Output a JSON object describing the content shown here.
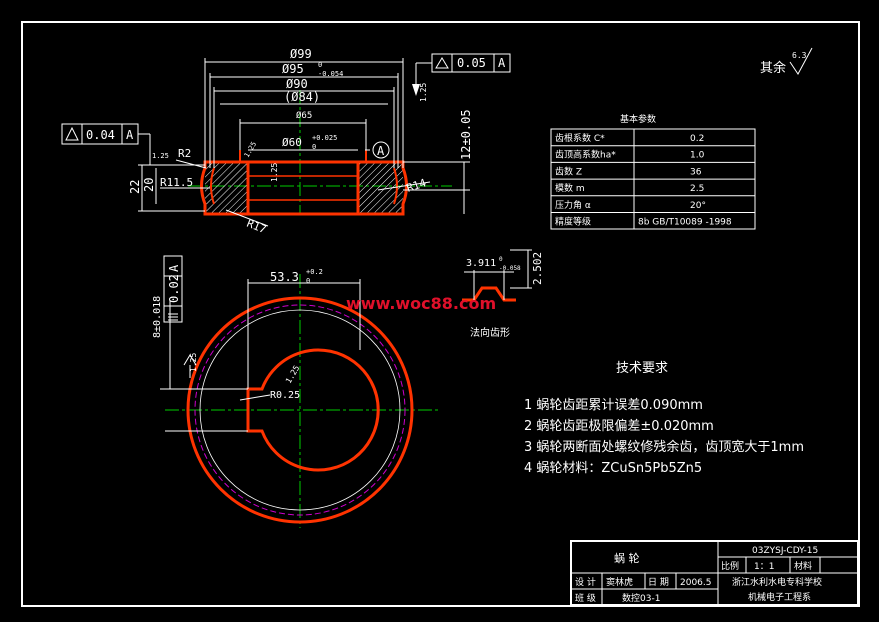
{
  "surface_roughness": {
    "label": "其余",
    "value": "6.3"
  },
  "tol_frame_top": {
    "value": "0.05",
    "datum": "A"
  },
  "tol_frame_left": {
    "value": "0.04",
    "datum": "A"
  },
  "tol_frame_vertical": {
    "value": "0.02",
    "datum": "A"
  },
  "dims_top": {
    "d99": "Ø99",
    "d95": "Ø95",
    "d95_tol_upper": "0",
    "d95_tol_lower": "-0.054",
    "d90": "Ø90",
    "d84": "(Ø84)",
    "d65": "Ø65",
    "d60": "Ø60",
    "d60_tol_upper": "+0.025",
    "d60_tol_lower": "0",
    "width_12": "12±0.05",
    "r2": "R2",
    "r11_5": "R11.5",
    "r14": "R14",
    "r17": "R17",
    "h22": "22",
    "h20": "20",
    "rough_1_25_a": "1.25",
    "rough_1_25_b": "1.25",
    "rough_1_25_c": "1.25",
    "datum_a": "A",
    "chamfer": "1.25"
  },
  "dims_bottom": {
    "keyway": "53.3",
    "keyway_tol_upper": "+0.2",
    "keyway_tol_lower": "0",
    "keyway_width": "8±0.018",
    "r0_25": "R0.25",
    "rough_1_25_d": "1.25",
    "rough_1_25_e": "1.25"
  },
  "tooth_profile": {
    "width": "3.911",
    "width_tol": "-0.058",
    "width_tol_upper": "0",
    "height": "2.502",
    "label": "法向齿形"
  },
  "watermark": "www.woc88.com",
  "params": {
    "title": "基本参数",
    "rows": [
      {
        "name": "齿根系数 C*",
        "value": "0.2"
      },
      {
        "name": "齿顶高系数ha*",
        "value": "1.0"
      },
      {
        "name": "齿数 Z",
        "value": "36"
      },
      {
        "name": "模数 m",
        "value": "2.5"
      },
      {
        "name": "压力角 α",
        "value": "20°"
      },
      {
        "name": "精度等级",
        "value": "8b GB/T10089 -1998"
      }
    ]
  },
  "tech_req": {
    "title": "技术要求",
    "items": [
      "1 蜗轮齿距累计误差0.090mm",
      "2 蜗轮齿距极限偏差±0.020mm",
      "3 蜗轮两断面处螺纹修残余齿，齿顶宽大于1mm",
      "4 蜗轮材料：ZCuSn5Pb5Zn5"
    ]
  },
  "title_block": {
    "part_name": "蜗    轮",
    "drawing_no": "03ZYSJ-CDY-15",
    "scale_label": "比例",
    "scale": "1：1",
    "material_label": "材料",
    "design_label": "设  计",
    "designer": "窦林虎",
    "date_label": "日  期",
    "date": "2006.5",
    "school": "浙江水利水电专科学校",
    "dept": "机械电子工程系",
    "class_label": "班  级",
    "class": "数控03-1"
  },
  "colors": {
    "outline": "#ff3300",
    "centerline": "#00cc00",
    "pitch": "#cc00cc",
    "dimension": "#ffffff",
    "background": "#000000"
  }
}
